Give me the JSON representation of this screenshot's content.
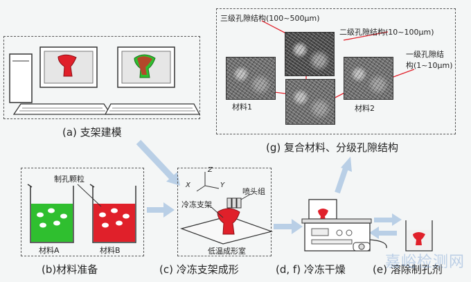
{
  "captions": {
    "a": "(a)  支架建模",
    "g": "(g)  复合材料、分级孔隙结构",
    "b": "(b)材料准备",
    "c": "(c)  冷冻支架成形",
    "df": "(d, f)  冷冻干燥",
    "e": "(e)  溶除制孔剂"
  },
  "labels": {
    "pore_particles": "制孔颗粒",
    "material_a": "材料A",
    "material_b": "材料B",
    "frozen_scaffold": "冷冻支架",
    "nozzle_group": "喷头组",
    "low_temp_chamber": "低温成形室",
    "axis_z": "Z",
    "axis_x": "X",
    "axis_y": "Y",
    "level3": "三级孔隙结构(100~500μm)",
    "level2": "二级孔隙结构(10~100μm)",
    "level1_line1": "一级孔隙结",
    "level1_line2": "构(1~10μm)",
    "material1": "材料1",
    "material2": "材料2"
  },
  "watermark": "嘉峪检测网",
  "colors": {
    "red": "#e0202a",
    "green": "#2fbf2f",
    "arrow": "#b9cfe6",
    "dash": "#555555"
  }
}
